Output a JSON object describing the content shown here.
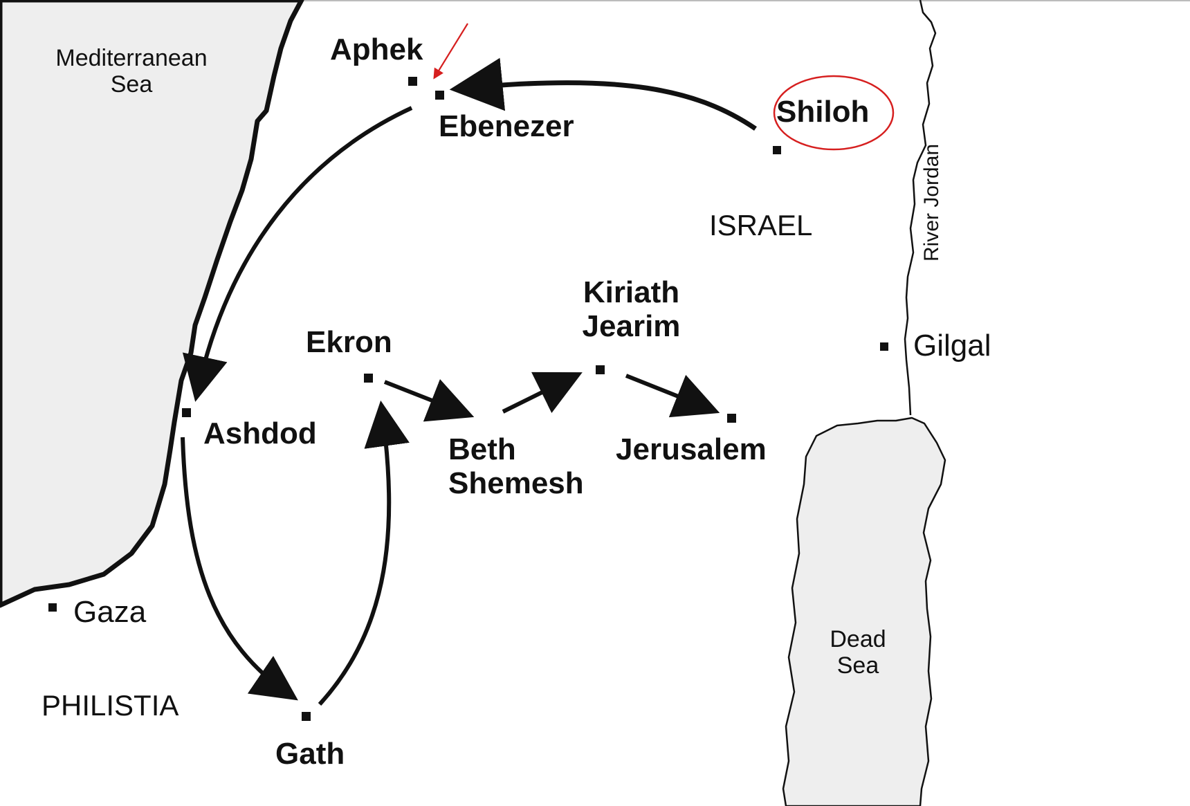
{
  "map": {
    "colors": {
      "land": "#ffffff",
      "water": "#eeeeee",
      "ink": "#111111",
      "highlight": "#d61f1f"
    },
    "seas": {
      "mediterranean": "Mediterranean\nSea",
      "dead_sea": "Dead\nSea"
    },
    "river": "River Jordan",
    "regions": {
      "israel": "ISRAEL",
      "philistia": "PHILISTIA"
    },
    "places": {
      "aphek": "Aphek",
      "ebenezer": "Ebenezer",
      "shiloh": "Shiloh",
      "gilgal": "Gilgal",
      "ekron": "Ekron",
      "kiriath_jearim": "Kiriath\nJearim",
      "ashdod": "Ashdod",
      "beth_shemesh": "Beth\nShemesh",
      "jerusalem": "Jerusalem",
      "gaza": "Gaza",
      "gath": "Gath"
    },
    "route": [
      "Shiloh",
      "Ebenezer",
      "Ashdod",
      "Gath",
      "Ekron",
      "Beth Shemesh",
      "Kiriath Jearim",
      "Jerusalem"
    ],
    "highlighted_place": "Shiloh"
  }
}
